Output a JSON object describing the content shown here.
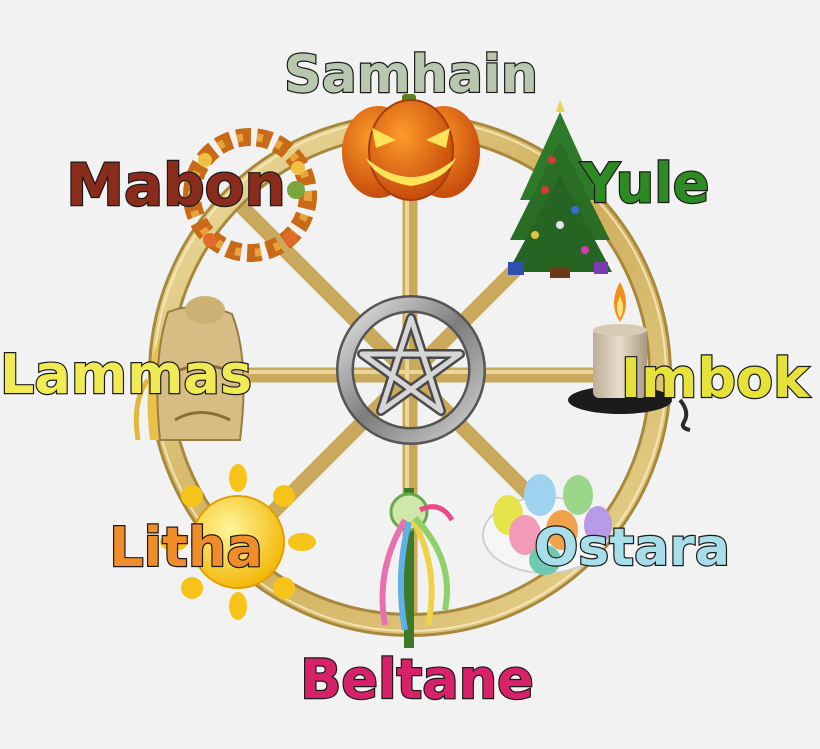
{
  "wheel": {
    "festivals": [
      {
        "key": "samhain",
        "label": "Samhain",
        "color": "#b9c7b0",
        "icon": "jack-o-lantern-icon"
      },
      {
        "key": "yule",
        "label": "Yule",
        "color": "#2e8a22",
        "icon": "christmas-tree-icon"
      },
      {
        "key": "imbolc",
        "label": "Imbok",
        "color": "#e6e23a",
        "icon": "candle-icon"
      },
      {
        "key": "ostara",
        "label": "Ostara",
        "color": "#a8ddea",
        "icon": "easter-eggs-icon"
      },
      {
        "key": "beltane",
        "label": "Beltane",
        "color": "#d7226a",
        "icon": "maypole-icon"
      },
      {
        "key": "litha",
        "label": "Litha",
        "color": "#f08c2a",
        "icon": "sun-icon"
      },
      {
        "key": "lammas",
        "label": "Lammas",
        "color": "#f0ea55",
        "icon": "wheat-sheaf-icon"
      },
      {
        "key": "mabon",
        "label": "Mabon",
        "color": "#8b2b1c",
        "icon": "autumn-wreath-icon"
      }
    ],
    "colors": {
      "rim": "#d8bd72",
      "spoke": "#cdb067",
      "hub": "#9a9a9a",
      "background": "#f2f2f2"
    },
    "hub_icon": "pentacle-icon"
  }
}
